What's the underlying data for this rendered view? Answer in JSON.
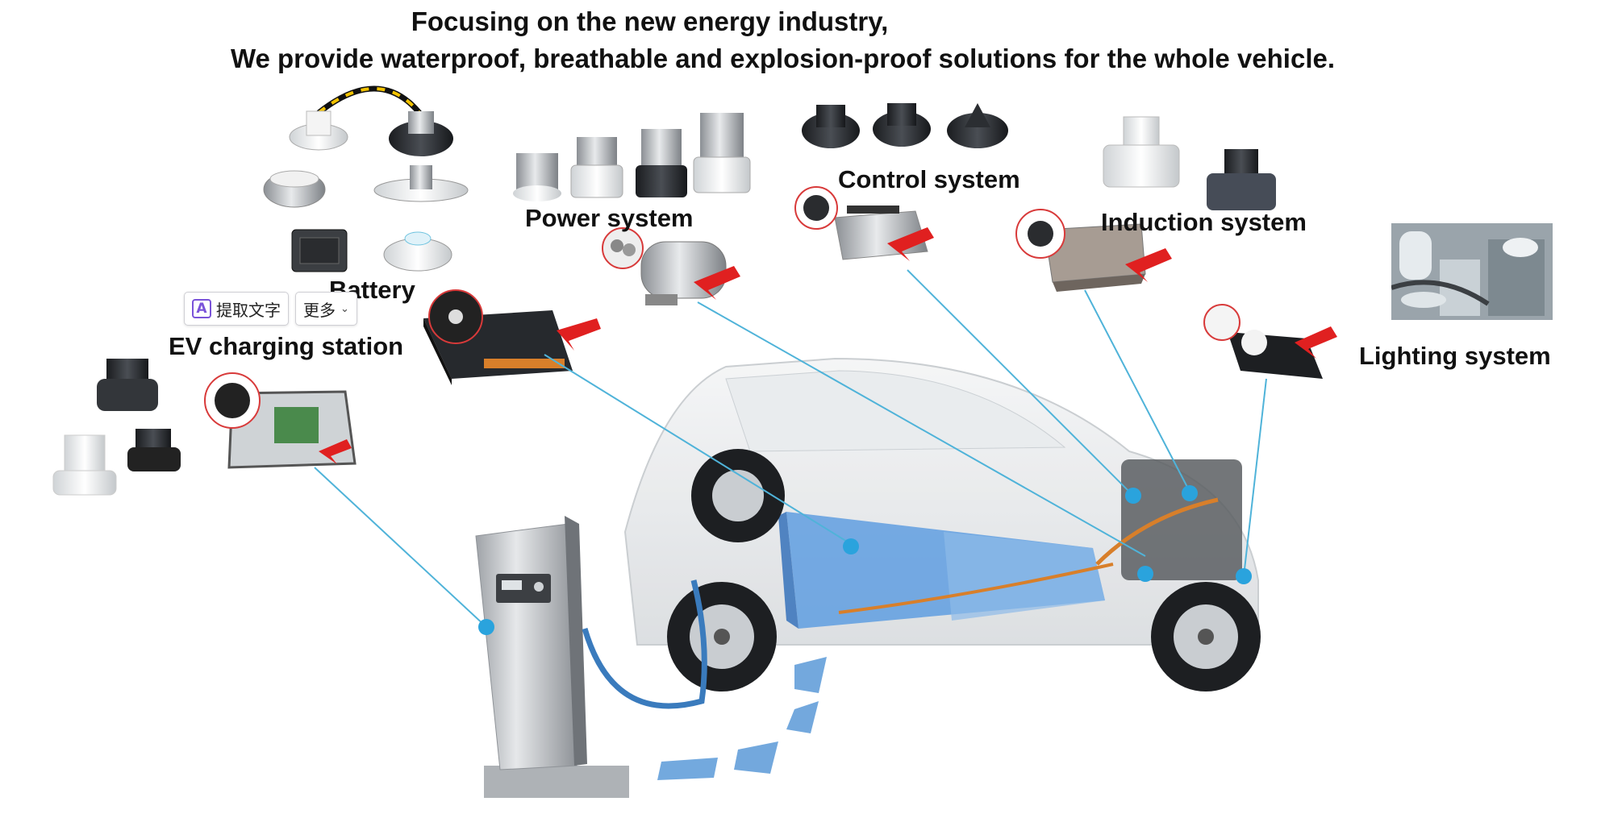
{
  "headline": {
    "line1": "Focusing on the new energy industry,",
    "line2": "We provide waterproof, breathable and explosion-proof solutions for the whole vehicle."
  },
  "labels": {
    "battery": "Battery",
    "power_system": "Power system",
    "control_system": "Control system",
    "induction_system": "Induction system",
    "lighting_system": "Lighting system",
    "ev_charging_station": "EV charging station"
  },
  "overlay_toolbar": {
    "extract_text_label": "提取文字",
    "more_label": "更多",
    "extract_icon": "text-extract-icon",
    "more_icon": "chevron-down-icon"
  },
  "colors": {
    "connector_line": "#4fb3d9",
    "connector_dot": "#2aa3dd",
    "arrow_red": "#e02020",
    "battery_blue": "#5f9de0",
    "circle_red": "#d83a3a"
  }
}
